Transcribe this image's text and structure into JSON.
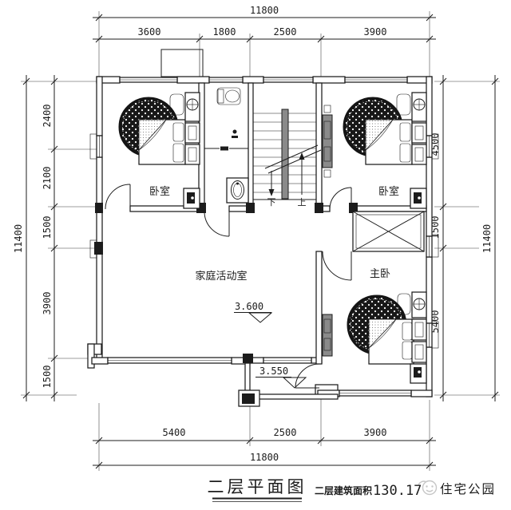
{
  "drawing": {
    "title": "二层平面图",
    "area_label": "二层建筑面积",
    "area_value": "130.17",
    "watermark_text": "住宅公园"
  },
  "rooms": {
    "bedroom_left": "卧室",
    "bedroom_right": "卧室",
    "master_bedroom": "主卧",
    "family_room": "家庭活动室"
  },
  "levels": {
    "family_room": "3.600",
    "terrace": "3.550"
  },
  "stairs": {
    "down_label": "下",
    "up_label": "上"
  },
  "dimensions": {
    "top": {
      "total": "11800",
      "segments": [
        "3600",
        "1800",
        "2500",
        "3900"
      ]
    },
    "bottom": {
      "total": "11800",
      "segments": [
        "5400",
        "2500",
        "3900"
      ]
    },
    "left": {
      "total": "11400",
      "segments": [
        "2400",
        "2100",
        "1500",
        "3900",
        "1500"
      ]
    },
    "right": {
      "total": "11400",
      "segments": [
        "4500",
        "1500",
        "5400"
      ]
    }
  },
  "colors": {
    "ink": "#1c1c1c",
    "watermark": "#c6c6c6",
    "furniture_gray": "#8a8a8a"
  }
}
